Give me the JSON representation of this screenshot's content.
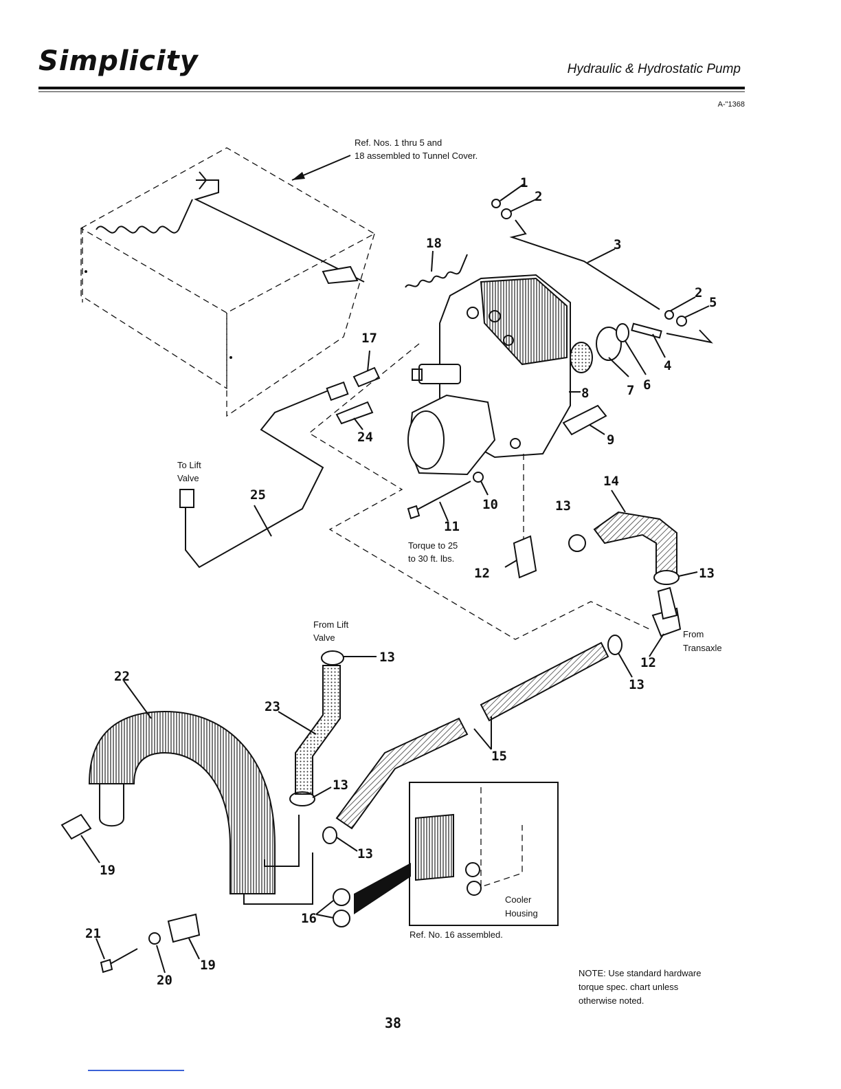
{
  "header": {
    "brand": "Simplicity",
    "section_title": "Hydraulic & Hydrostatic Pump",
    "drawing_number": "A-\"1368"
  },
  "notes": {
    "ref_cover_line1": "Ref. Nos. 1 thru 5 and",
    "ref_cover_line2": "18 assembled to Tunnel Cover.",
    "to_lift_line1": "To Lift",
    "to_lift_line2": "Valve",
    "torque_line1": "Torque to 25",
    "torque_line2": "to 30 ft. lbs.",
    "from_lift_line1": "From Lift",
    "from_lift_line2": "Valve",
    "from_transaxle_line1": "From",
    "from_transaxle_line2": "Transaxle",
    "cooler_line1": "Cooler",
    "cooler_line2": "Housing",
    "ref16": "Ref. No. 16 assembled.",
    "note_line1": "NOTE: Use standard hardware",
    "note_line2": "torque spec. chart unless",
    "note_line3": "otherwise noted."
  },
  "callouts": {
    "n1": "1",
    "n2a": "2",
    "n2b": "2",
    "n3": "3",
    "n4": "4",
    "n5": "5",
    "n6": "6",
    "n7": "7",
    "n8": "8",
    "n9": "9",
    "n10": "10",
    "n11": "11",
    "n12a": "12",
    "n12b": "12",
    "n13a": "13",
    "n13b": "13",
    "n13c": "13",
    "n13d": "13",
    "n13e": "13",
    "n13f": "13",
    "n14": "14",
    "n15": "15",
    "n16": "16",
    "n17": "17",
    "n18": "18",
    "n19a": "19",
    "n19b": "19",
    "n20": "20",
    "n21": "21",
    "n22": "22",
    "n23": "23",
    "n24": "24",
    "n25": "25"
  },
  "footer": {
    "page_number": "38"
  }
}
